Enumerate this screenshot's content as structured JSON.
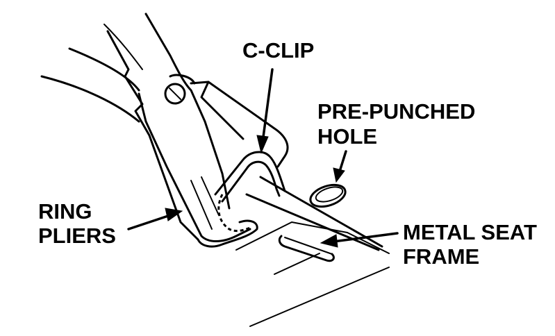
{
  "labels": {
    "c_clip": "C-CLIP",
    "pre_punched_line1": "PRE-PUNCHED",
    "pre_punched_line2": "HOLE",
    "ring_line1": "RING",
    "ring_line2": "PLIERS",
    "metal_line1": "METAL SEAT",
    "metal_line2": "FRAME"
  },
  "colors": {
    "ink": "#000000",
    "background": "#ffffff"
  }
}
